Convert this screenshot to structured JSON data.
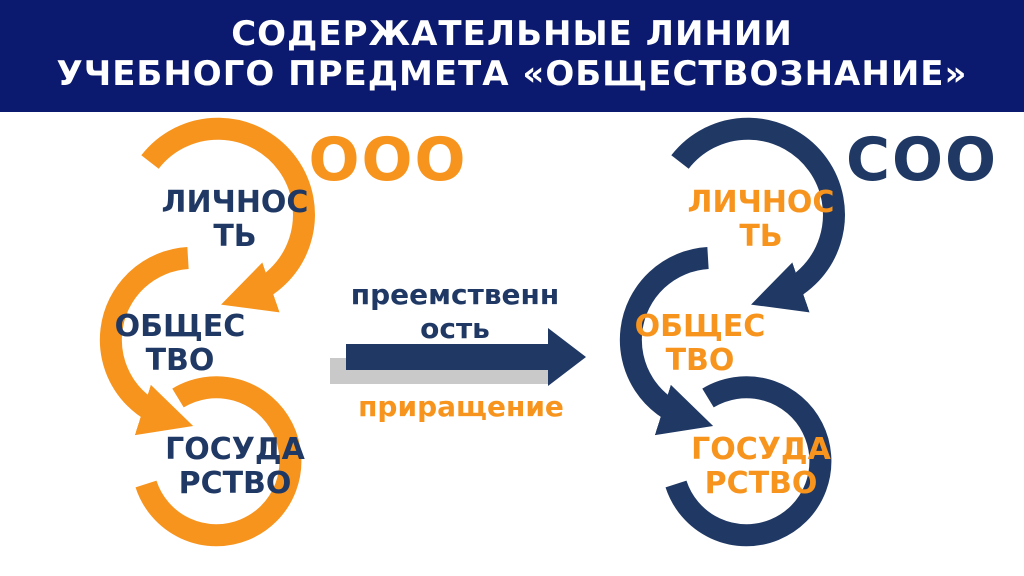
{
  "header": {
    "title_line1": "СОДЕРЖАТЕЛЬНЫЕ ЛИНИИ",
    "title_line2": "УЧЕБНОГО ПРЕДМЕТА «ОБЩЕСТВОЗНАНИЕ»"
  },
  "left": {
    "stage": "ООО",
    "nodes": {
      "personality": "ЛИЧНОС\nТЬ",
      "society": "ОБЩЕС\nТВО",
      "state": "ГОСУДА\nРСТВО"
    }
  },
  "right": {
    "stage": "СОО",
    "nodes": {
      "personality": "ЛИЧНОС\nТЬ",
      "society": "ОБЩЕС\nТВО",
      "state": "ГОСУДА\nРСТВО"
    }
  },
  "middle": {
    "continuity": "преемственн\nость",
    "increment": "приращение"
  },
  "colors": {
    "header_bg": "#0b1a6e",
    "orange": "#f7941d",
    "navy": "#1f3864",
    "shadow": "#c9c9c9"
  }
}
